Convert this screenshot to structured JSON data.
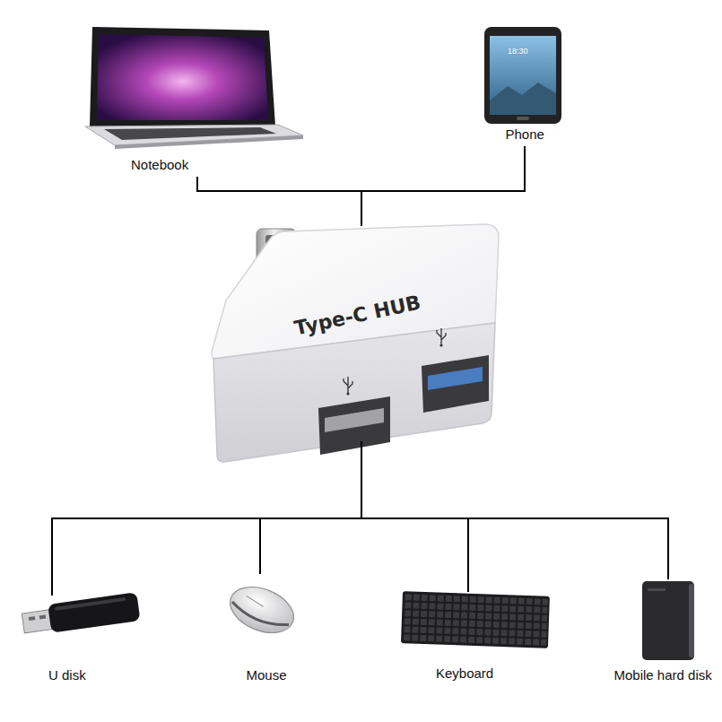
{
  "diagram": {
    "nodes": [
      {
        "text": [
          "Notebook"
        ]
      },
      {
        "text": [
          "Phone"
        ]
      },
      {
        "text": [
          "Type-C HUB"
        ]
      },
      {
        "text": [
          "U disk"
        ]
      },
      {
        "text": [
          "Mouse"
        ]
      },
      {
        "text": [
          "Keyboard"
        ]
      },
      {
        "text": [
          "Mobile hard disk"
        ]
      }
    ],
    "edges": [
      {
        "from": 0,
        "to": 2,
        "arrow": "none"
      },
      {
        "from": 1,
        "to": 2,
        "arrow": "none"
      },
      {
        "from": 2,
        "to": 3,
        "arrow": "none"
      },
      {
        "from": 2,
        "to": 4,
        "arrow": "none"
      },
      {
        "from": 2,
        "to": 5,
        "arrow": "none"
      },
      {
        "from": 2,
        "to": 6,
        "arrow": "none"
      }
    ],
    "labels": [
      "18:30"
    ]
  }
}
